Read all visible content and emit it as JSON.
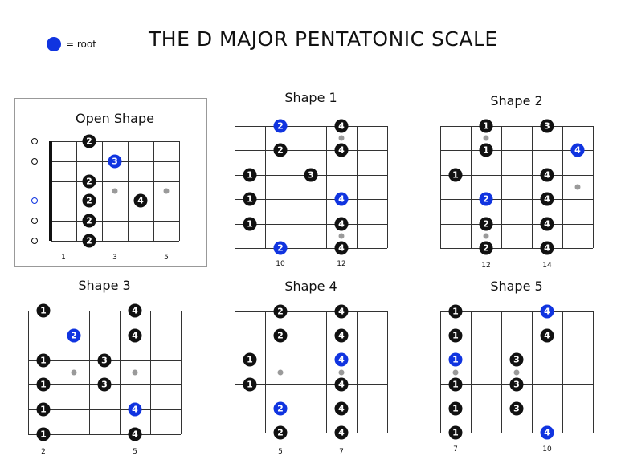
{
  "title": "THE D MAJOR PENTATONIC SCALE",
  "legend": {
    "label": "= root",
    "root_color": "#1034e0"
  },
  "colors": {
    "note": "#111111",
    "root": "#1034e0",
    "inlay": "#9a9a9a"
  },
  "diagrams": [
    {
      "title": "Open Shape",
      "frets": 5,
      "open_strings": [
        true,
        true,
        false,
        true,
        true,
        true
      ],
      "open_root": [
        false,
        false,
        false,
        true,
        false,
        false
      ],
      "fret_numbers": [
        {
          "fret": 1,
          "label": "1"
        },
        {
          "fret": 3,
          "label": "3"
        },
        {
          "fret": 5,
          "label": "5"
        }
      ],
      "inlays": [
        {
          "fret": 3,
          "pos": 3.5
        },
        {
          "fret": 5,
          "pos": 3.5
        }
      ],
      "notes": [
        {
          "s": 1,
          "f": 2,
          "label": "2",
          "root": false
        },
        {
          "s": 2,
          "f": 3,
          "label": "3",
          "root": true
        },
        {
          "s": 3,
          "f": 2,
          "label": "2",
          "root": false
        },
        {
          "s": 4,
          "f": 2,
          "label": "2",
          "root": false
        },
        {
          "s": 4,
          "f": 4,
          "label": "4",
          "root": false
        },
        {
          "s": 5,
          "f": 2,
          "label": "2",
          "root": false
        },
        {
          "s": 6,
          "f": 2,
          "label": "2",
          "root": false
        }
      ]
    },
    {
      "title": "Shape 1",
      "frets": 5,
      "fret_numbers": [
        {
          "fret": 2,
          "label": "10"
        },
        {
          "fret": 4,
          "label": "12"
        }
      ],
      "inlays": [
        {
          "fret": 4,
          "pos": 1.5
        },
        {
          "fret": 4,
          "pos": 5.5
        }
      ],
      "notes": [
        {
          "s": 1,
          "f": 2,
          "label": "2",
          "root": true
        },
        {
          "s": 1,
          "f": 4,
          "label": "4",
          "root": false
        },
        {
          "s": 2,
          "f": 2,
          "label": "2",
          "root": false
        },
        {
          "s": 2,
          "f": 4,
          "label": "4",
          "root": false
        },
        {
          "s": 3,
          "f": 1,
          "label": "1",
          "root": false
        },
        {
          "s": 3,
          "f": 3,
          "label": "3",
          "root": false
        },
        {
          "s": 4,
          "f": 1,
          "label": "1",
          "root": false
        },
        {
          "s": 4,
          "f": 4,
          "label": "4",
          "root": true
        },
        {
          "s": 5,
          "f": 1,
          "label": "1",
          "root": false
        },
        {
          "s": 5,
          "f": 4,
          "label": "4",
          "root": false
        },
        {
          "s": 6,
          "f": 2,
          "label": "2",
          "root": true
        },
        {
          "s": 6,
          "f": 4,
          "label": "4",
          "root": false
        }
      ]
    },
    {
      "title": "Shape 2",
      "frets": 5,
      "fret_numbers": [
        {
          "fret": 2,
          "label": "12"
        },
        {
          "fret": 4,
          "label": "14"
        }
      ],
      "inlays": [
        {
          "fret": 2,
          "pos": 1.5
        },
        {
          "fret": 2,
          "pos": 5.5
        },
        {
          "fret": 5,
          "pos": 3.5
        }
      ],
      "notes": [
        {
          "s": 1,
          "f": 2,
          "label": "1",
          "root": false
        },
        {
          "s": 1,
          "f": 4,
          "label": "3",
          "root": false
        },
        {
          "s": 2,
          "f": 2,
          "label": "1",
          "root": false
        },
        {
          "s": 2,
          "f": 5,
          "label": "4",
          "root": true
        },
        {
          "s": 3,
          "f": 1,
          "label": "1",
          "root": false
        },
        {
          "s": 3,
          "f": 4,
          "label": "4",
          "root": false
        },
        {
          "s": 4,
          "f": 2,
          "label": "2",
          "root": true
        },
        {
          "s": 4,
          "f": 4,
          "label": "4",
          "root": false
        },
        {
          "s": 5,
          "f": 2,
          "label": "2",
          "root": false
        },
        {
          "s": 5,
          "f": 4,
          "label": "4",
          "root": false
        },
        {
          "s": 6,
          "f": 2,
          "label": "2",
          "root": false
        },
        {
          "s": 6,
          "f": 4,
          "label": "4",
          "root": false
        }
      ]
    },
    {
      "title": "Shape 3",
      "frets": 5,
      "fret_numbers": [
        {
          "fret": 1,
          "label": "2"
        },
        {
          "fret": 4,
          "label": "5"
        }
      ],
      "inlays": [
        {
          "fret": 2,
          "pos": 3.5
        },
        {
          "fret": 4,
          "pos": 3.5
        }
      ],
      "notes": [
        {
          "s": 1,
          "f": 1,
          "label": "1",
          "root": false
        },
        {
          "s": 1,
          "f": 4,
          "label": "4",
          "root": false
        },
        {
          "s": 2,
          "f": 2,
          "label": "2",
          "root": true
        },
        {
          "s": 2,
          "f": 4,
          "label": "4",
          "root": false
        },
        {
          "s": 3,
          "f": 1,
          "label": "1",
          "root": false
        },
        {
          "s": 3,
          "f": 3,
          "label": "3",
          "root": false
        },
        {
          "s": 4,
          "f": 1,
          "label": "1",
          "root": false
        },
        {
          "s": 4,
          "f": 3,
          "label": "3",
          "root": false
        },
        {
          "s": 5,
          "f": 1,
          "label": "1",
          "root": false
        },
        {
          "s": 5,
          "f": 4,
          "label": "4",
          "root": true
        },
        {
          "s": 6,
          "f": 1,
          "label": "1",
          "root": false
        },
        {
          "s": 6,
          "f": 4,
          "label": "4",
          "root": false
        }
      ]
    },
    {
      "title": "Shape 4",
      "frets": 5,
      "fret_numbers": [
        {
          "fret": 2,
          "label": "5"
        },
        {
          "fret": 4,
          "label": "7"
        }
      ],
      "inlays": [
        {
          "fret": 2,
          "pos": 3.5
        },
        {
          "fret": 4,
          "pos": 3.5
        }
      ],
      "notes": [
        {
          "s": 1,
          "f": 2,
          "label": "2",
          "root": false
        },
        {
          "s": 1,
          "f": 4,
          "label": "4",
          "root": false
        },
        {
          "s": 2,
          "f": 2,
          "label": "2",
          "root": false
        },
        {
          "s": 2,
          "f": 4,
          "label": "4",
          "root": false
        },
        {
          "s": 3,
          "f": 1,
          "label": "1",
          "root": false
        },
        {
          "s": 3,
          "f": 4,
          "label": "4",
          "root": true
        },
        {
          "s": 4,
          "f": 1,
          "label": "1",
          "root": false
        },
        {
          "s": 4,
          "f": 4,
          "label": "4",
          "root": false
        },
        {
          "s": 5,
          "f": 2,
          "label": "2",
          "root": true
        },
        {
          "s": 5,
          "f": 4,
          "label": "4",
          "root": false
        },
        {
          "s": 6,
          "f": 2,
          "label": "2",
          "root": false
        },
        {
          "s": 6,
          "f": 4,
          "label": "4",
          "root": false
        }
      ]
    },
    {
      "title": "Shape 5",
      "frets": 5,
      "fret_numbers": [
        {
          "fret": 1,
          "label": "7"
        },
        {
          "fret": 4,
          "label": "10"
        }
      ],
      "inlays": [
        {
          "fret": 1,
          "pos": 3.5
        },
        {
          "fret": 3,
          "pos": 3.5
        }
      ],
      "notes": [
        {
          "s": 1,
          "f": 1,
          "label": "1",
          "root": false
        },
        {
          "s": 1,
          "f": 4,
          "label": "4",
          "root": true
        },
        {
          "s": 2,
          "f": 1,
          "label": "1",
          "root": false
        },
        {
          "s": 2,
          "f": 4,
          "label": "4",
          "root": false
        },
        {
          "s": 3,
          "f": 1,
          "label": "1",
          "root": true
        },
        {
          "s": 3,
          "f": 3,
          "label": "3",
          "root": false
        },
        {
          "s": 4,
          "f": 1,
          "label": "1",
          "root": false
        },
        {
          "s": 4,
          "f": 3,
          "label": "3",
          "root": false
        },
        {
          "s": 5,
          "f": 1,
          "label": "1",
          "root": false
        },
        {
          "s": 5,
          "f": 3,
          "label": "3",
          "root": false
        },
        {
          "s": 6,
          "f": 1,
          "label": "1",
          "root": false
        },
        {
          "s": 6,
          "f": 4,
          "label": "4",
          "root": true
        }
      ]
    }
  ]
}
